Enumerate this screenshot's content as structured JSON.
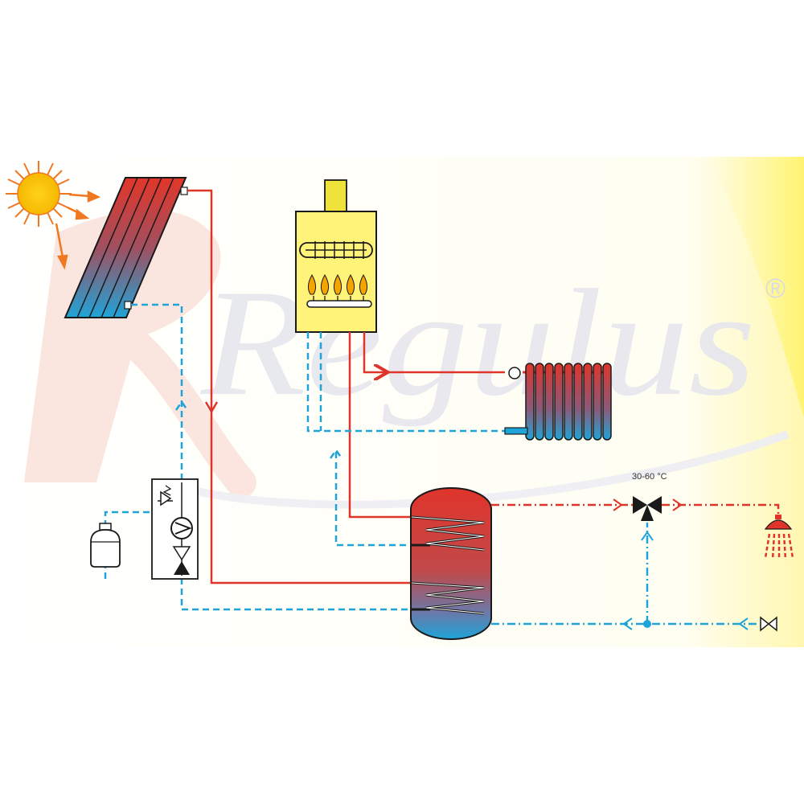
{
  "watermark": {
    "brand": "Regulus",
    "registered_mark": "®"
  },
  "labels": {
    "mixing_valve_temp": "30-60 °C"
  },
  "colors": {
    "hot": "#e0342a",
    "cold": "#1ea4d8",
    "sun": "#f6b800",
    "sun_rays": "#f07820",
    "boiler": "#fff37a",
    "chimney": "#efe23a",
    "flame": "#f5a300",
    "outline": "#1a1a1a",
    "watermark_red": "#fbe3dc",
    "watermark_text": "#e4e4ec",
    "glow": "#fff9a8"
  },
  "icons": [
    "sun-icon",
    "solar-collector",
    "gas-boiler",
    "radiator",
    "storage-tank",
    "solar-pump-station",
    "expansion-vessel",
    "thermostatic-mixing-valve",
    "shower-icon",
    "cold-water-valve-icon"
  ]
}
